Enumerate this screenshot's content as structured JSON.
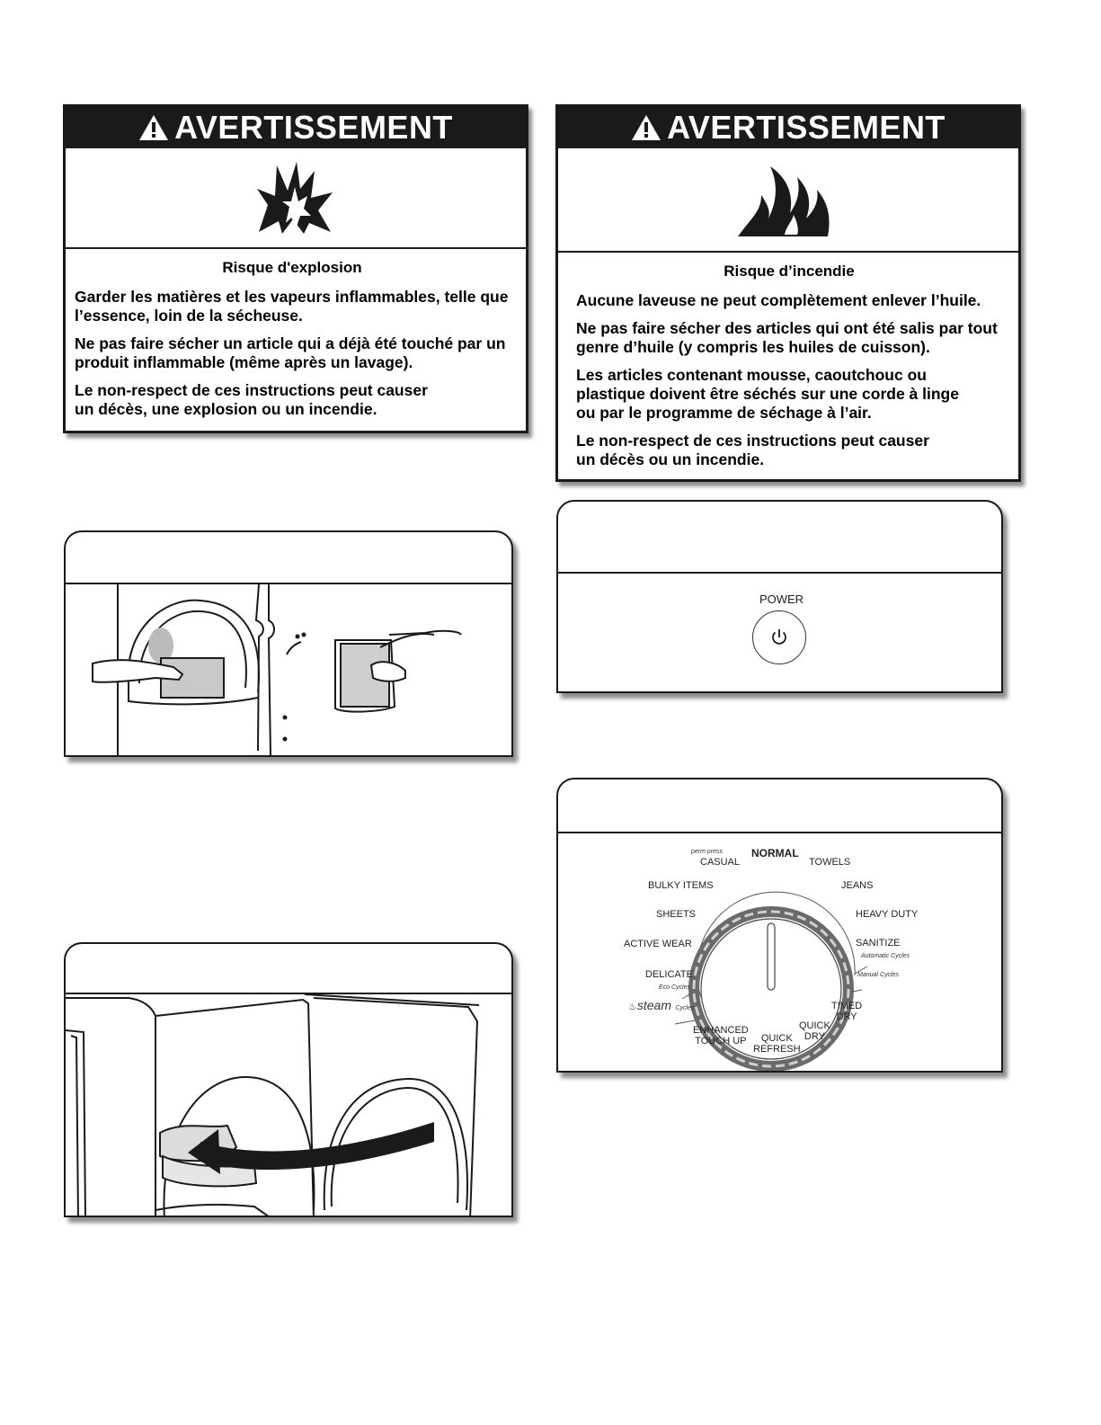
{
  "warning_left": {
    "header": "AVERTISSEMENT",
    "risk": "Risque d'explosion",
    "paragraphs": [
      "Garder les matières et les vapeurs inflammables, telle que l’essence, loin de la sécheuse.",
      "Ne pas faire sécher un article qui a déjà été touché par un produit inflammable (même après un lavage).",
      "Le non-respect de ces instructions peut causer un décès, une explosion ou un incendie."
    ]
  },
  "warning_right": {
    "header": "AVERTISSEMENT",
    "risk": "Risque d’incendie",
    "paragraphs": [
      "Aucune laveuse ne peut complètement enlever l’huile.",
      "Ne pas faire sécher des articles qui ont été salis par tout genre d’huile (y compris les huiles de cuisson).",
      "Les articles contenant mousse, caoutchouc ou plastique doivent être séchés sur une corde à linge ou par le programme de séchage à l’air.",
      "Le non-respect de ces instructions peut causer un décès ou un incendie."
    ]
  },
  "power_panel": {
    "label": "POWER"
  },
  "cycle_dial": {
    "normal": "NORMAL",
    "perm_press": "perm press",
    "casual": "CASUAL",
    "towels": "TOWELS",
    "bulky_items": "BULKY ITEMS",
    "jeans": "JEANS",
    "sheets": "SHEETS",
    "heavy_duty": "HEAVY DUTY",
    "active_wear": "ACTIVE WEAR",
    "sanitize": "SANITIZE",
    "automatic_cycles": "Automatic Cycles",
    "manual_cycles": "Manual Cycles",
    "delicate": "DELICATE",
    "eco_cycles": "Eco Cycles",
    "steam": "steam",
    "steam_cycles": "Cycles",
    "timed_dry_1": "TIMED",
    "timed_dry_2": "DRY",
    "quick_dry_1": "QUICK",
    "quick_dry_2": "DRY",
    "enhanced_1": "ENHANCED",
    "enhanced_2": "TOUCH UP",
    "quick_refresh_1": "QUICK",
    "quick_refresh_2": "REFRESH"
  }
}
